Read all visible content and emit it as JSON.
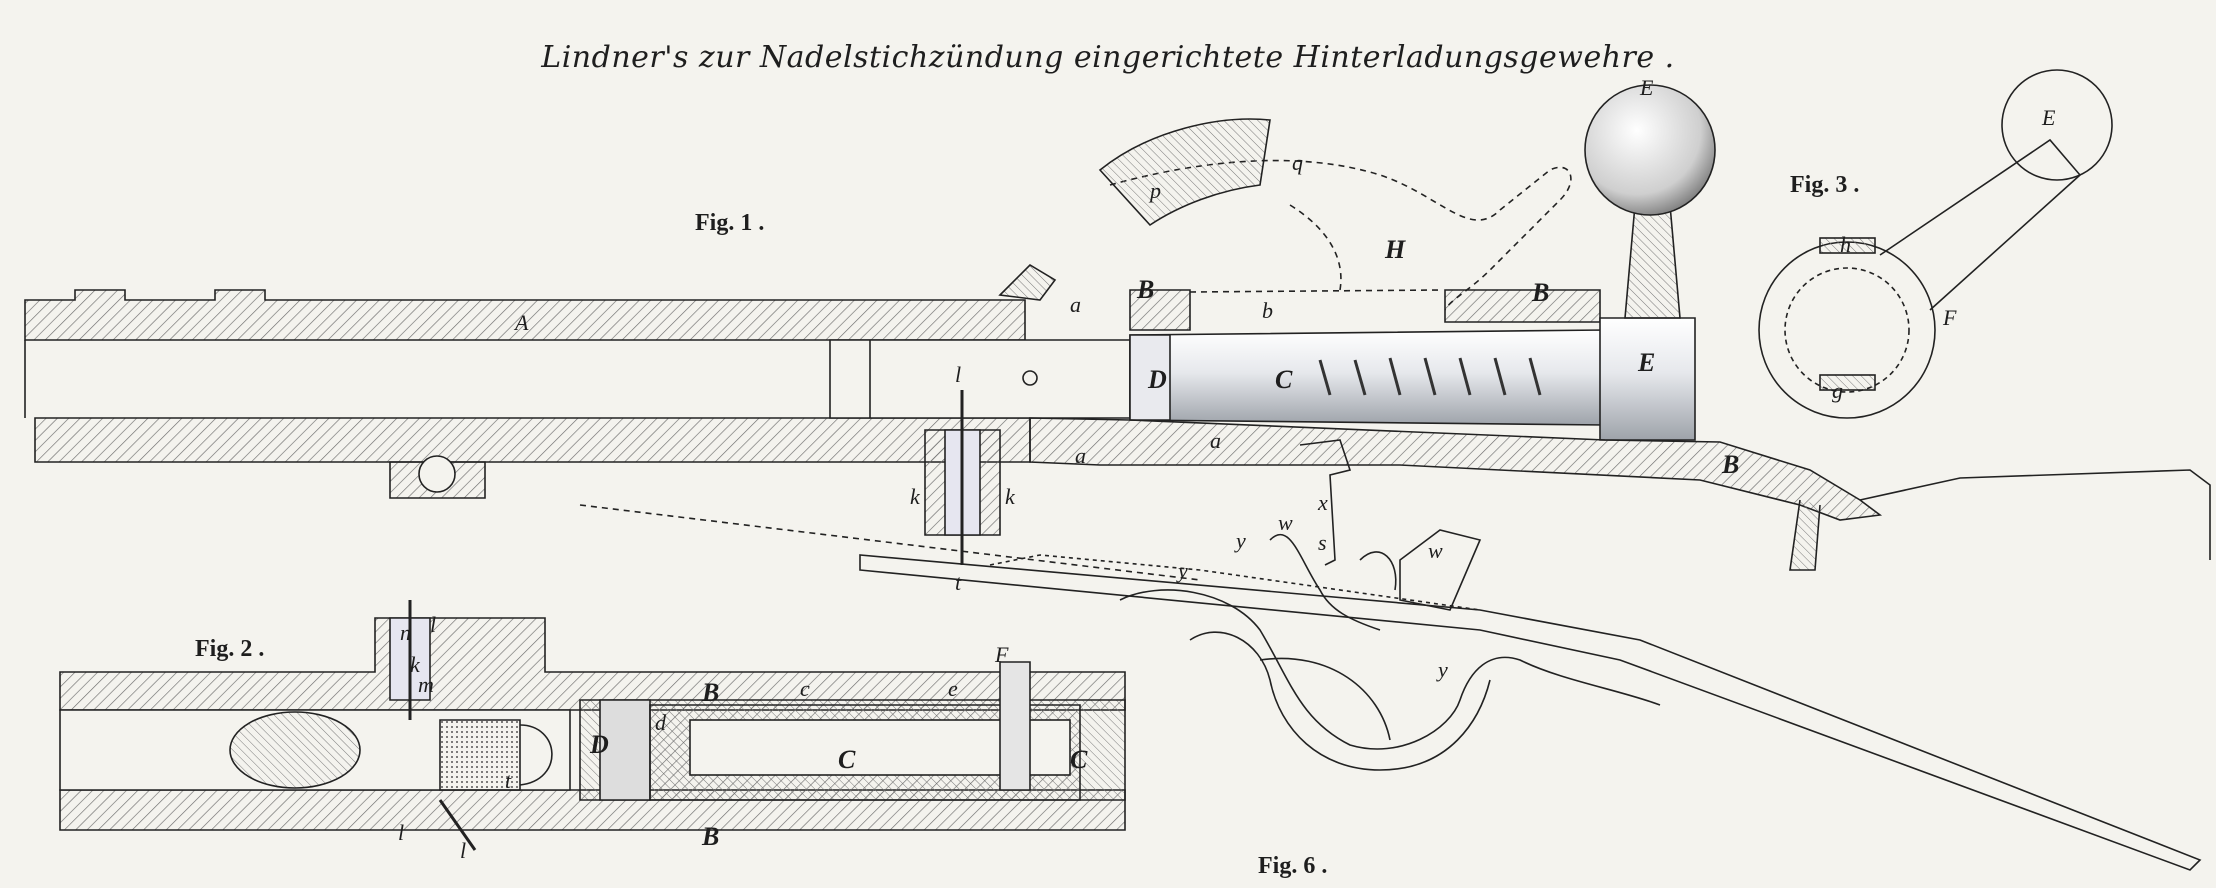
{
  "title": "Lindner's zur Nadelstichzündung eingerichtete Hinterladungsgewehre .",
  "figures": {
    "fig1": "Fig. 1 .",
    "fig2": "Fig. 2 .",
    "fig3": "Fig. 3 .",
    "fig6": "Fig. 6 ."
  },
  "labels": {
    "A": "A",
    "B": "B",
    "C": "C",
    "D": "D",
    "E": "E",
    "F": "F",
    "H": "H",
    "a": "a",
    "b": "b",
    "c": "c",
    "d": "d",
    "e": "e",
    "g": "g",
    "h": "h",
    "k": "k",
    "l": "l",
    "m": "m",
    "n": "n",
    "p": "p",
    "q": "q",
    "s": "s",
    "t": "t",
    "w": "w",
    "x": "x",
    "y": "y"
  },
  "colors": {
    "paper": "#f4f3ee",
    "ink": "#1e1e1e",
    "hatch": "#6d6d6d",
    "metal_light": "#d9dde3",
    "tint": "#c9d4e6"
  }
}
